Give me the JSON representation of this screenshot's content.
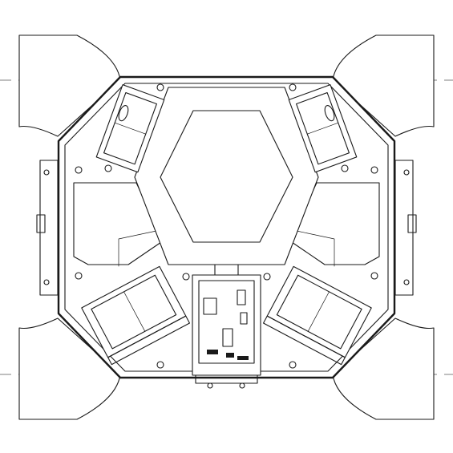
{
  "colors": {
    "line": "#1a1a1a",
    "background": "#ffffff",
    "guide": "#555555"
  },
  "parts": {
    "flanges": [
      "flange-top-left",
      "flange-top-right",
      "flange-bottom-left",
      "flange-bottom-right"
    ],
    "motors": [
      "motor-top-left",
      "motor-top-right",
      "motor-bottom-left",
      "motor-bottom-right"
    ],
    "center": "hexagon-inlet",
    "electronics": "control-board"
  }
}
